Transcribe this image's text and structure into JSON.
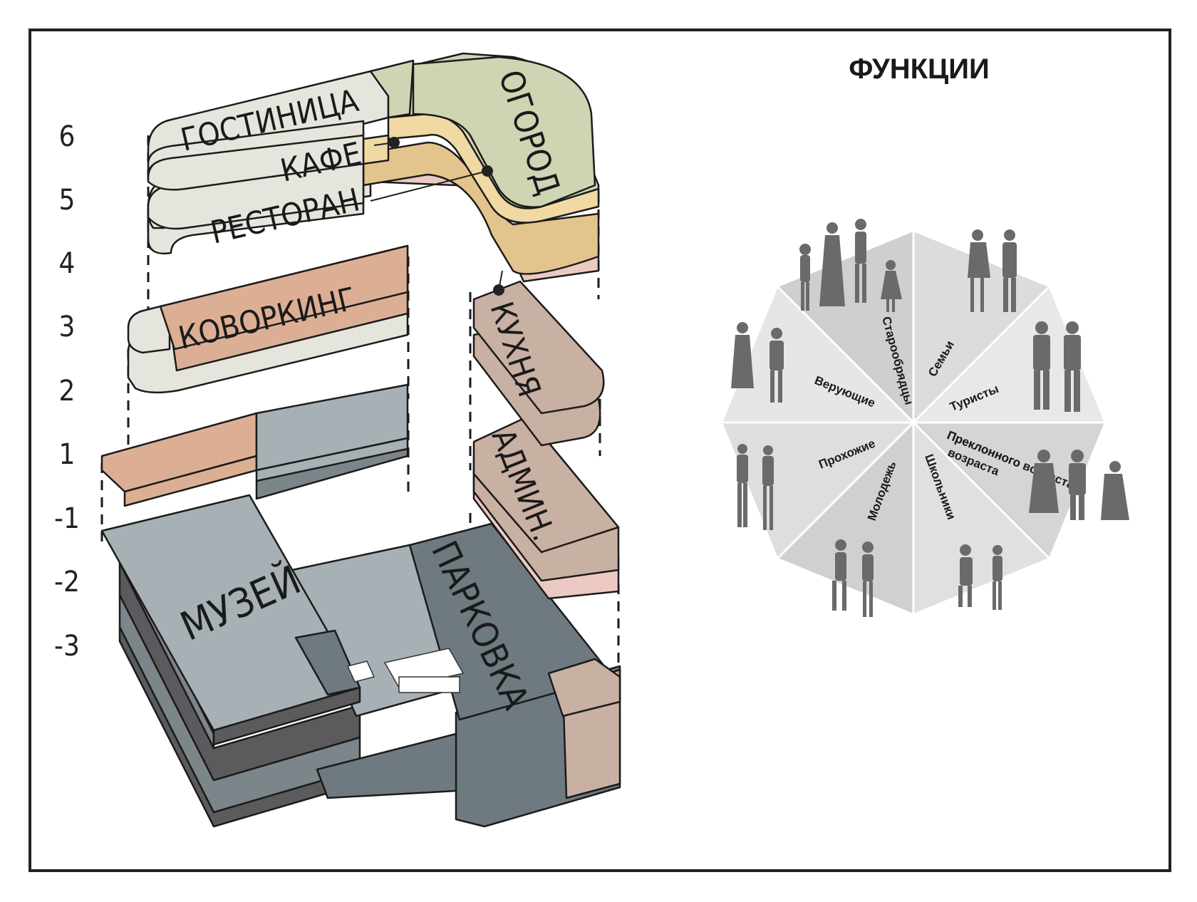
{
  "title": "ФУНКЦИИ",
  "floors": [
    "6",
    "5",
    "4",
    "3",
    "2",
    "1",
    "-1",
    "-2",
    "-3"
  ],
  "zones": {
    "hotel": "ГОСТИНИЦА",
    "cafe": "КАФЕ",
    "restaurant": "РЕСТОРАН",
    "garden": "ОГОРОД",
    "coworking": "КОВОРКИНГ",
    "kitchen": "КУХНЯ",
    "admin": "АДМИН.",
    "museum": "МУЗЕЙ",
    "parking": "ПАРКОВКА"
  },
  "user_groups": {
    "segments": [
      "Старообрядцы",
      "Семьи",
      "Туристы",
      "Преклонного возраста",
      "Школьники",
      "Молодежь",
      "Прохожие",
      "Верующие"
    ]
  },
  "colors": {
    "hotel": "#e6e5dd",
    "cafe": "#f0d9a3",
    "restaurant": "#edc9c3",
    "garden": "#cfd5b2",
    "coworking": "#dcaf94",
    "kitchen": "#c8b0a2",
    "museum": "#a7b0b5",
    "parking": "#6e7a80"
  }
}
